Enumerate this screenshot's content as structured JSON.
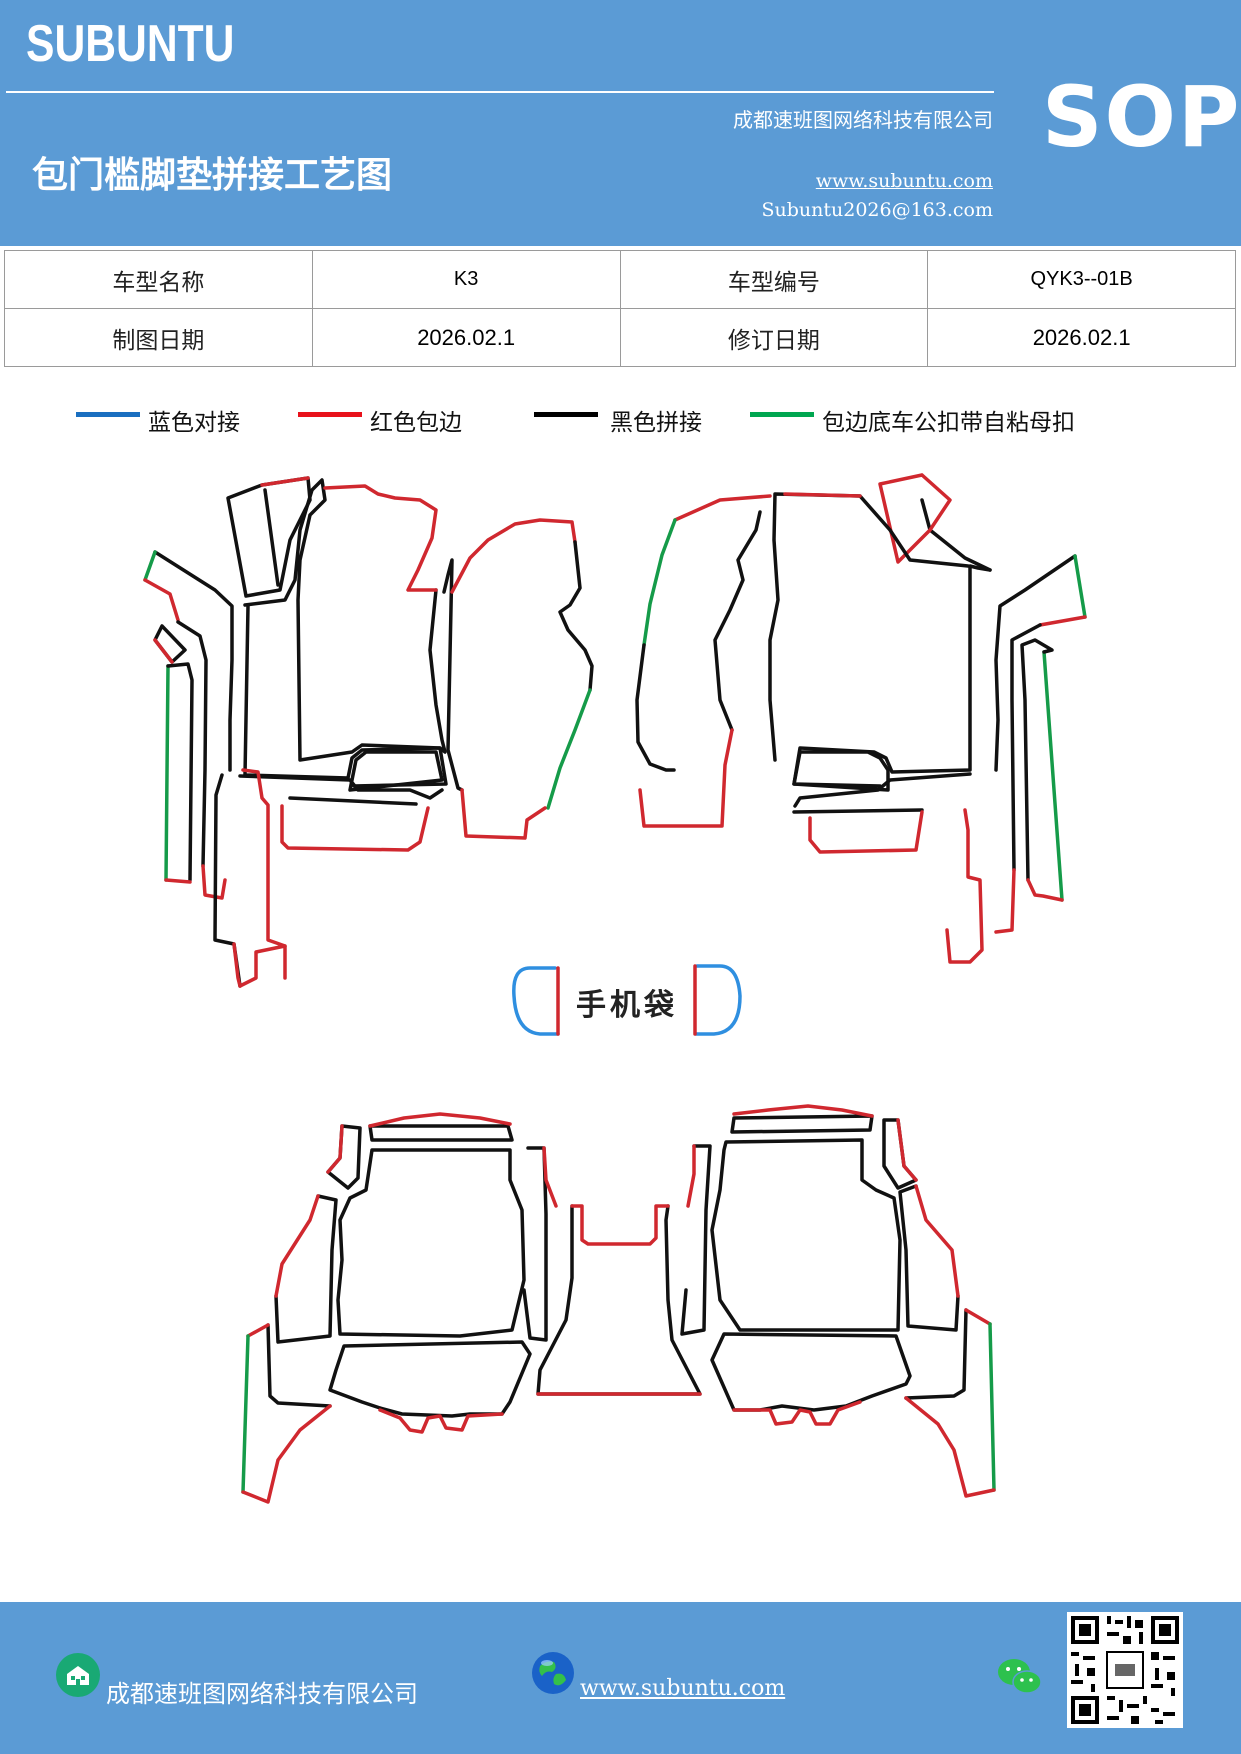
{
  "header": {
    "brand": "SUBUNTU",
    "company": "成都速班图网络科技有限公司",
    "title": "包门槛脚垫拼接工艺图",
    "url": "www.subuntu.com",
    "email": "Subuntu2026@163.com",
    "badge": "SOP"
  },
  "info_table": {
    "rows": [
      {
        "label1": "车型名称",
        "value1": "K3",
        "label2": "车型编号",
        "value2": "QYK3--01B"
      },
      {
        "label1": "制图日期",
        "value1": "2026.02.1",
        "label2": "修订日期",
        "value2": "2026.02.1"
      }
    ]
  },
  "legend": [
    {
      "label": "蓝色对接",
      "color": "#1a6fc0"
    },
    {
      "label": "红色包边",
      "color": "#e8121b"
    },
    {
      "label": "黑色拼接",
      "color": "#000000"
    },
    {
      "label": "包边底车公扣带自粘母扣",
      "color": "#00a650"
    }
  ],
  "drawing": {
    "pocket_label": "手机袋",
    "colors": {
      "blue": "#2f8fe0",
      "red": "#d0282f",
      "black": "#111111",
      "green": "#159b49"
    }
  },
  "footer": {
    "company": "成都速班图网络科技有限公司",
    "url": "www.subuntu.com",
    "icons": [
      "building-icon",
      "globe-icon",
      "wechat-icon",
      "qr-code"
    ]
  }
}
